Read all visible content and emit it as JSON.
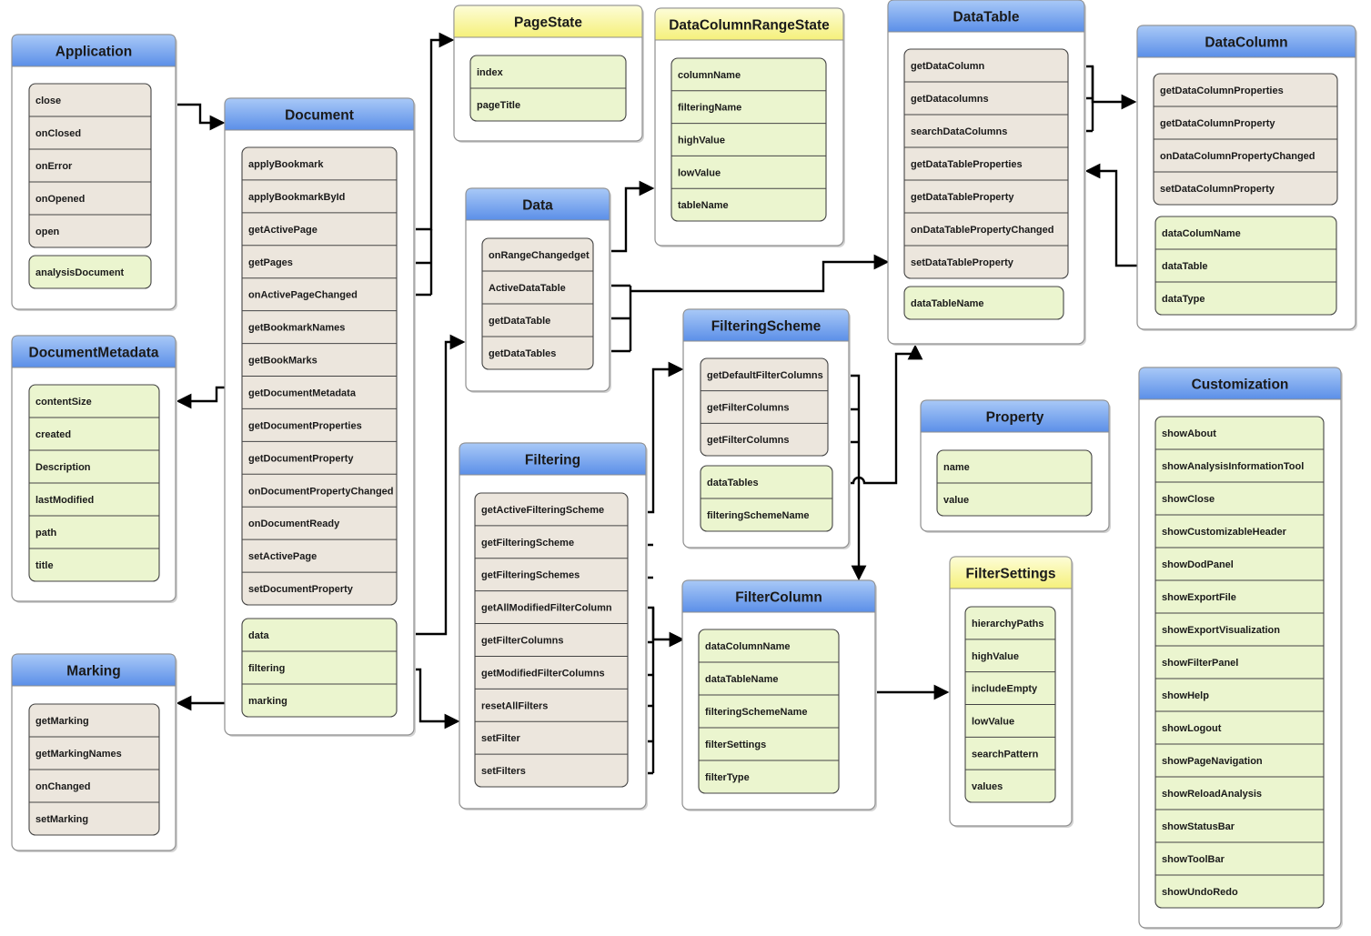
{
  "colors": {
    "header_blue_top": "#a9c9f7",
    "header_blue_bottom": "#5b8fe8",
    "header_yellow_top": "#fdfdd8",
    "header_yellow_bottom": "#f5f07a",
    "method_fill": "#ece6dd",
    "property_fill": "#ebf5cf"
  },
  "boxes": [
    {
      "id": "application",
      "title": "Application",
      "header_style": "blue",
      "groups": [
        {
          "kind": "method",
          "items": [
            "close",
            "onClosed",
            "onError",
            "onOpened",
            "open"
          ]
        },
        {
          "kind": "property",
          "items": [
            "analysisDocument"
          ]
        }
      ]
    },
    {
      "id": "document",
      "title": "Document",
      "header_style": "blue",
      "groups": [
        {
          "kind": "method",
          "items": [
            "applyBookmark",
            "applyBookmarkById",
            "getActivePage",
            "getPages",
            "onActivePageChanged",
            "getBookmarkNames",
            "getBookMarks",
            "getDocumentMetadata",
            "getDocumentProperties",
            "getDocumentProperty",
            "onDocumentPropertyChanged",
            "onDocumentReady",
            "setActivePage",
            "setDocumentProperty"
          ]
        },
        {
          "kind": "property",
          "items": [
            "data",
            "filtering",
            "marking"
          ]
        }
      ]
    },
    {
      "id": "documentmetadata",
      "title": "DocumentMetadata",
      "header_style": "blue",
      "groups": [
        {
          "kind": "property",
          "items": [
            "contentSize",
            "created",
            "Description",
            "lastModified",
            "path",
            "title"
          ]
        }
      ]
    },
    {
      "id": "marking",
      "title": "Marking",
      "header_style": "blue",
      "groups": [
        {
          "kind": "method",
          "items": [
            "getMarking",
            "getMarkingNames",
            "onChanged",
            "setMarking"
          ]
        }
      ]
    },
    {
      "id": "pagestate",
      "title": "PageState",
      "header_style": "yellow",
      "groups": [
        {
          "kind": "property",
          "items": [
            "index",
            "pageTitle"
          ]
        }
      ]
    },
    {
      "id": "datacolumnrangestate",
      "title": "DataColumnRangeState",
      "header_style": "yellow",
      "groups": [
        {
          "kind": "property",
          "items": [
            "columnName",
            "filteringName",
            "highValue",
            "lowValue",
            "tableName"
          ]
        }
      ]
    },
    {
      "id": "data",
      "title": "Data",
      "header_style": "blue",
      "groups": [
        {
          "kind": "method",
          "items": [
            "onRangeChangedget",
            "ActiveDataTable",
            "getDataTable",
            "getDataTables"
          ]
        }
      ]
    },
    {
      "id": "filtering",
      "title": "Filtering",
      "header_style": "blue",
      "groups": [
        {
          "kind": "method",
          "items": [
            "getActiveFilteringScheme",
            "getFilteringScheme",
            "getFilteringSchemes",
            "getAllModifiedFilterColumn",
            "getFilterColumns",
            "getModifiedFilterColumns",
            "resetAllFilters",
            "setFilter",
            "setFilters"
          ]
        }
      ]
    },
    {
      "id": "filteringscheme",
      "title": "FilteringScheme",
      "header_style": "blue",
      "groups": [
        {
          "kind": "method",
          "items": [
            "getDefaultFilterColumns",
            "getFilterColumns",
            "getFilterColumns"
          ]
        },
        {
          "kind": "property",
          "items": [
            "dataTables",
            "filteringSchemeName"
          ]
        }
      ]
    },
    {
      "id": "filtercolumn",
      "title": "FilterColumn",
      "header_style": "blue",
      "groups": [
        {
          "kind": "property",
          "items": [
            "dataColumnName",
            "dataTableName",
            "filteringSchemeName",
            "filterSettings",
            "filterType"
          ]
        }
      ]
    },
    {
      "id": "datatable",
      "title": "DataTable",
      "header_style": "blue",
      "groups": [
        {
          "kind": "method",
          "items": [
            "getDataColumn",
            "getDatacolumns",
            "searchDataColumns",
            "getDataTableProperties",
            "getDataTableProperty",
            "onDataTablePropertyChanged",
            "setDataTableProperty"
          ]
        },
        {
          "kind": "property",
          "items": [
            "dataTableName"
          ]
        }
      ]
    },
    {
      "id": "datacolumn",
      "title": "DataColumn",
      "header_style": "blue",
      "groups": [
        {
          "kind": "method",
          "items": [
            "getDataColumnProperties",
            "getDataColumnProperty",
            "onDataColumnPropertyChanged",
            "setDataColumnProperty"
          ]
        },
        {
          "kind": "property",
          "items": [
            "dataColumName",
            "dataTable",
            "dataType"
          ]
        }
      ]
    },
    {
      "id": "property",
      "title": "Property",
      "header_style": "blue",
      "groups": [
        {
          "kind": "property",
          "items": [
            "name",
            "value"
          ]
        }
      ]
    },
    {
      "id": "filtersettings",
      "title": "FilterSettings",
      "header_style": "yellow",
      "groups": [
        {
          "kind": "property",
          "items": [
            "hierarchyPaths",
            "highValue",
            "includeEmpty",
            "lowValue",
            "searchPattern",
            "values"
          ]
        }
      ]
    },
    {
      "id": "customization",
      "title": "Customization",
      "header_style": "blue",
      "groups": [
        {
          "kind": "property",
          "items": [
            "showAbout",
            "showAnalysisInformationTool",
            "showClose",
            "showCustomizableHeader",
            "showDodPanel",
            "showExportFile",
            "showExportVisualization",
            "showFilterPanel",
            "showHelp",
            "showLogout",
            "showPageNavigation",
            "showReloadAnalysis",
            "showStatusBar",
            "showToolBar",
            "showUndoRedo"
          ]
        }
      ]
    }
  ]
}
